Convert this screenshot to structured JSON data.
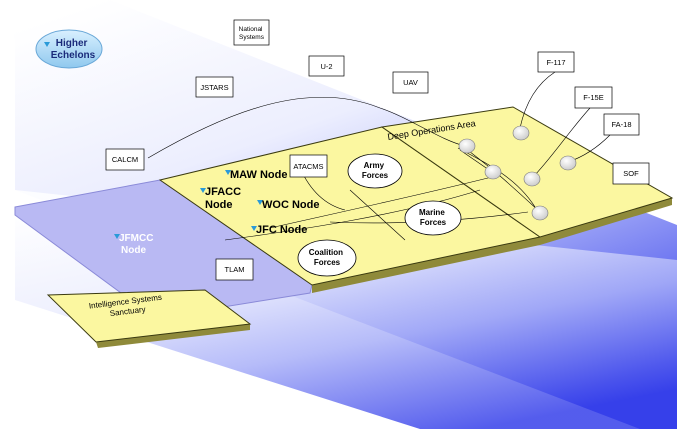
{
  "higher_echelons": [
    "Higher",
    "Echelons"
  ],
  "systems": {
    "national": [
      "National",
      "Systems"
    ],
    "jstars": "JSTARS",
    "u2": "U-2",
    "uav": "UAV",
    "calcm": "CALCM",
    "atacms": "ATACMS",
    "tlam": "TLAM",
    "f117": "F-117",
    "f15e": "F-15E",
    "fa18": "FA-18",
    "sof": "SOF"
  },
  "nodes": {
    "maw": "MAW Node",
    "jfacc": [
      "JFACC",
      "Node"
    ],
    "woc": "WOC Node",
    "jfc": "JFC Node",
    "jfmcc": [
      "JFMCC",
      "Node"
    ]
  },
  "forces": {
    "army": [
      "Army",
      "Forces"
    ],
    "marine": [
      "Marine",
      "Forces"
    ],
    "coalition": [
      "Coalition",
      "Forces"
    ]
  },
  "areas": {
    "deep_ops": "Deep Operations Area",
    "intel": [
      "Intelligence Systems",
      "Sanctuary"
    ]
  },
  "colors": {
    "sky_light": "#f4f5ff",
    "sky_dark": "#3c46ee",
    "board_yellow": "#fbf7a0",
    "board_edge": "#3a3a10",
    "jfmcc_plane": "#b7b7f2",
    "bubble": "#9fd4f4"
  }
}
